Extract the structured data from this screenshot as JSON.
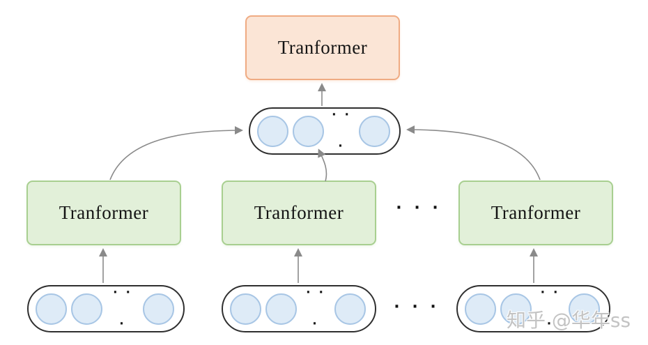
{
  "diagram": {
    "title_hint": "hierarchical transformer architecture",
    "output_transformer": {
      "label": "Tranformer"
    },
    "encoders": [
      {
        "label": "Tranformer"
      },
      {
        "label": "Tranformer"
      },
      {
        "label": "Tranformer"
      }
    ],
    "token_ellipsis": "· · ·",
    "row_ellipsis": "· · ·"
  },
  "colors": {
    "output_box_fill": "#FBE5D6",
    "output_box_border": "#EFAB83",
    "encoder_fill": "#E2F0D9",
    "encoder_border": "#A8CF90",
    "token_fill": "#DEEBF7",
    "token_border": "#A8C6E5",
    "pill_border": "#2F2F2F",
    "arrow": "#8A8A8A",
    "background": "#FFFFFF"
  },
  "watermark": {
    "text": "知乎 @华年ss"
  }
}
